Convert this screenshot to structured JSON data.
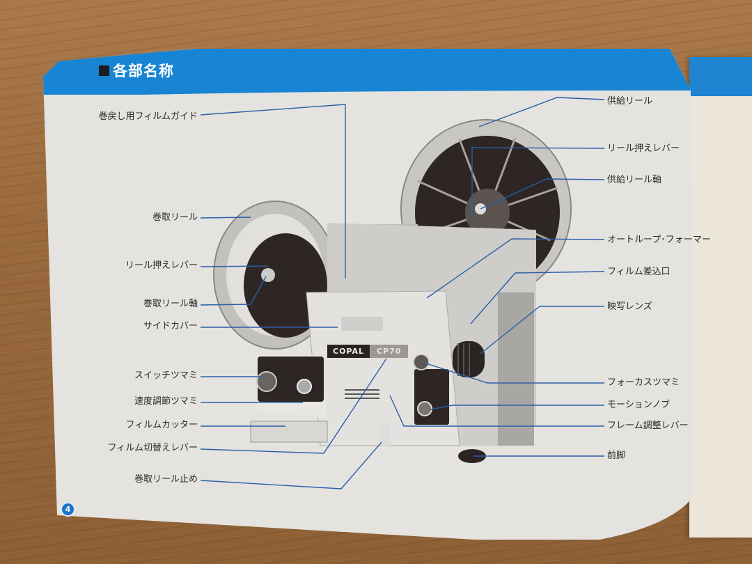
{
  "page": {
    "title": "各部名称",
    "page_number": "4",
    "band_color": "#1884d4",
    "paper_color": "#e4e3df",
    "leader_line_color": "#2a5ea8"
  },
  "product": {
    "brand": "COPAL",
    "model": "CP70"
  },
  "labels_left": [
    {
      "id": "rewind-film-guide",
      "text": "巻戻し用フィルムガイド"
    },
    {
      "id": "take-up-reel",
      "text": "巻取リール"
    },
    {
      "id": "reel-lock-lever-left",
      "text": "リール押えレバー"
    },
    {
      "id": "take-up-reel-shaft",
      "text": "巻取リール軸"
    },
    {
      "id": "side-cover",
      "text": "サイドカバー"
    },
    {
      "id": "switch-knob",
      "text": "スイッチツマミ"
    },
    {
      "id": "speed-control-knob",
      "text": "速度調節ツマミ"
    },
    {
      "id": "film-cutter",
      "text": "フィルムカッター"
    },
    {
      "id": "film-switch-lever",
      "text": "フィルム切替えレバー"
    },
    {
      "id": "take-up-reel-stopper",
      "text": "巻取リール止め"
    }
  ],
  "labels_right": [
    {
      "id": "supply-reel",
      "text": "供給リール"
    },
    {
      "id": "reel-lock-lever-right",
      "text": "リール押えレバー"
    },
    {
      "id": "supply-reel-shaft",
      "text": "供給リール軸"
    },
    {
      "id": "auto-loop-former",
      "text": "オートループ･フォーマー"
    },
    {
      "id": "film-inlet",
      "text": "フィルム差込口"
    },
    {
      "id": "projection-lens",
      "text": "映写レンズ"
    },
    {
      "id": "focus-knob",
      "text": "フォーカスツマミ"
    },
    {
      "id": "motion-knob",
      "text": "モーションノブ"
    },
    {
      "id": "frame-adjust-lever",
      "text": "フレーム調整レバー"
    },
    {
      "id": "front-foot",
      "text": "前脚"
    }
  ]
}
